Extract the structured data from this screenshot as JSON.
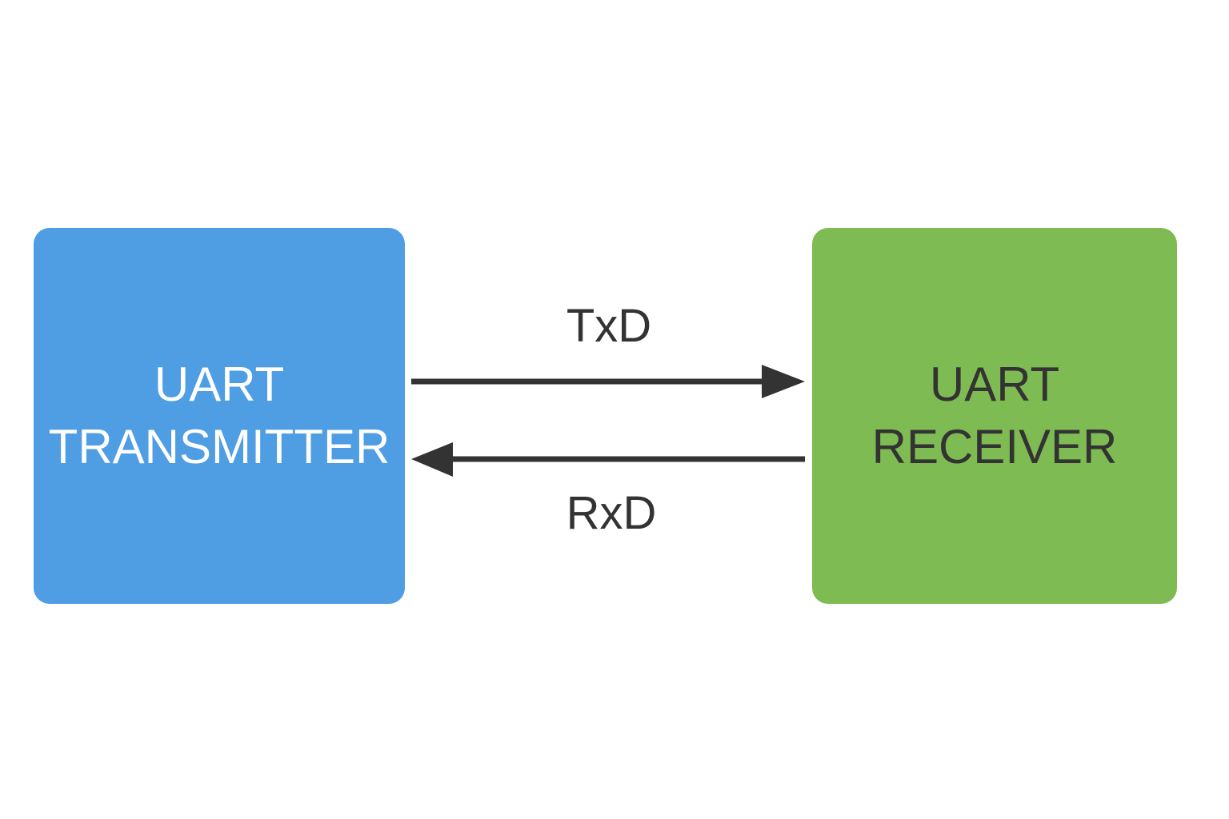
{
  "colors": {
    "background": "#ffffff",
    "transmitter_fill": "#4f9de2",
    "transmitter_text": "#ffffff",
    "receiver_fill": "#7fbb53",
    "receiver_text": "#333333",
    "arrow": "#333333",
    "label_text": "#333333"
  },
  "transmitter": {
    "line1": "UART",
    "line2": "TRANSMITTER"
  },
  "receiver": {
    "line1": "UART",
    "line2": "RECEIVER"
  },
  "signals": {
    "txd": "TxD",
    "rxd": "RxD"
  }
}
